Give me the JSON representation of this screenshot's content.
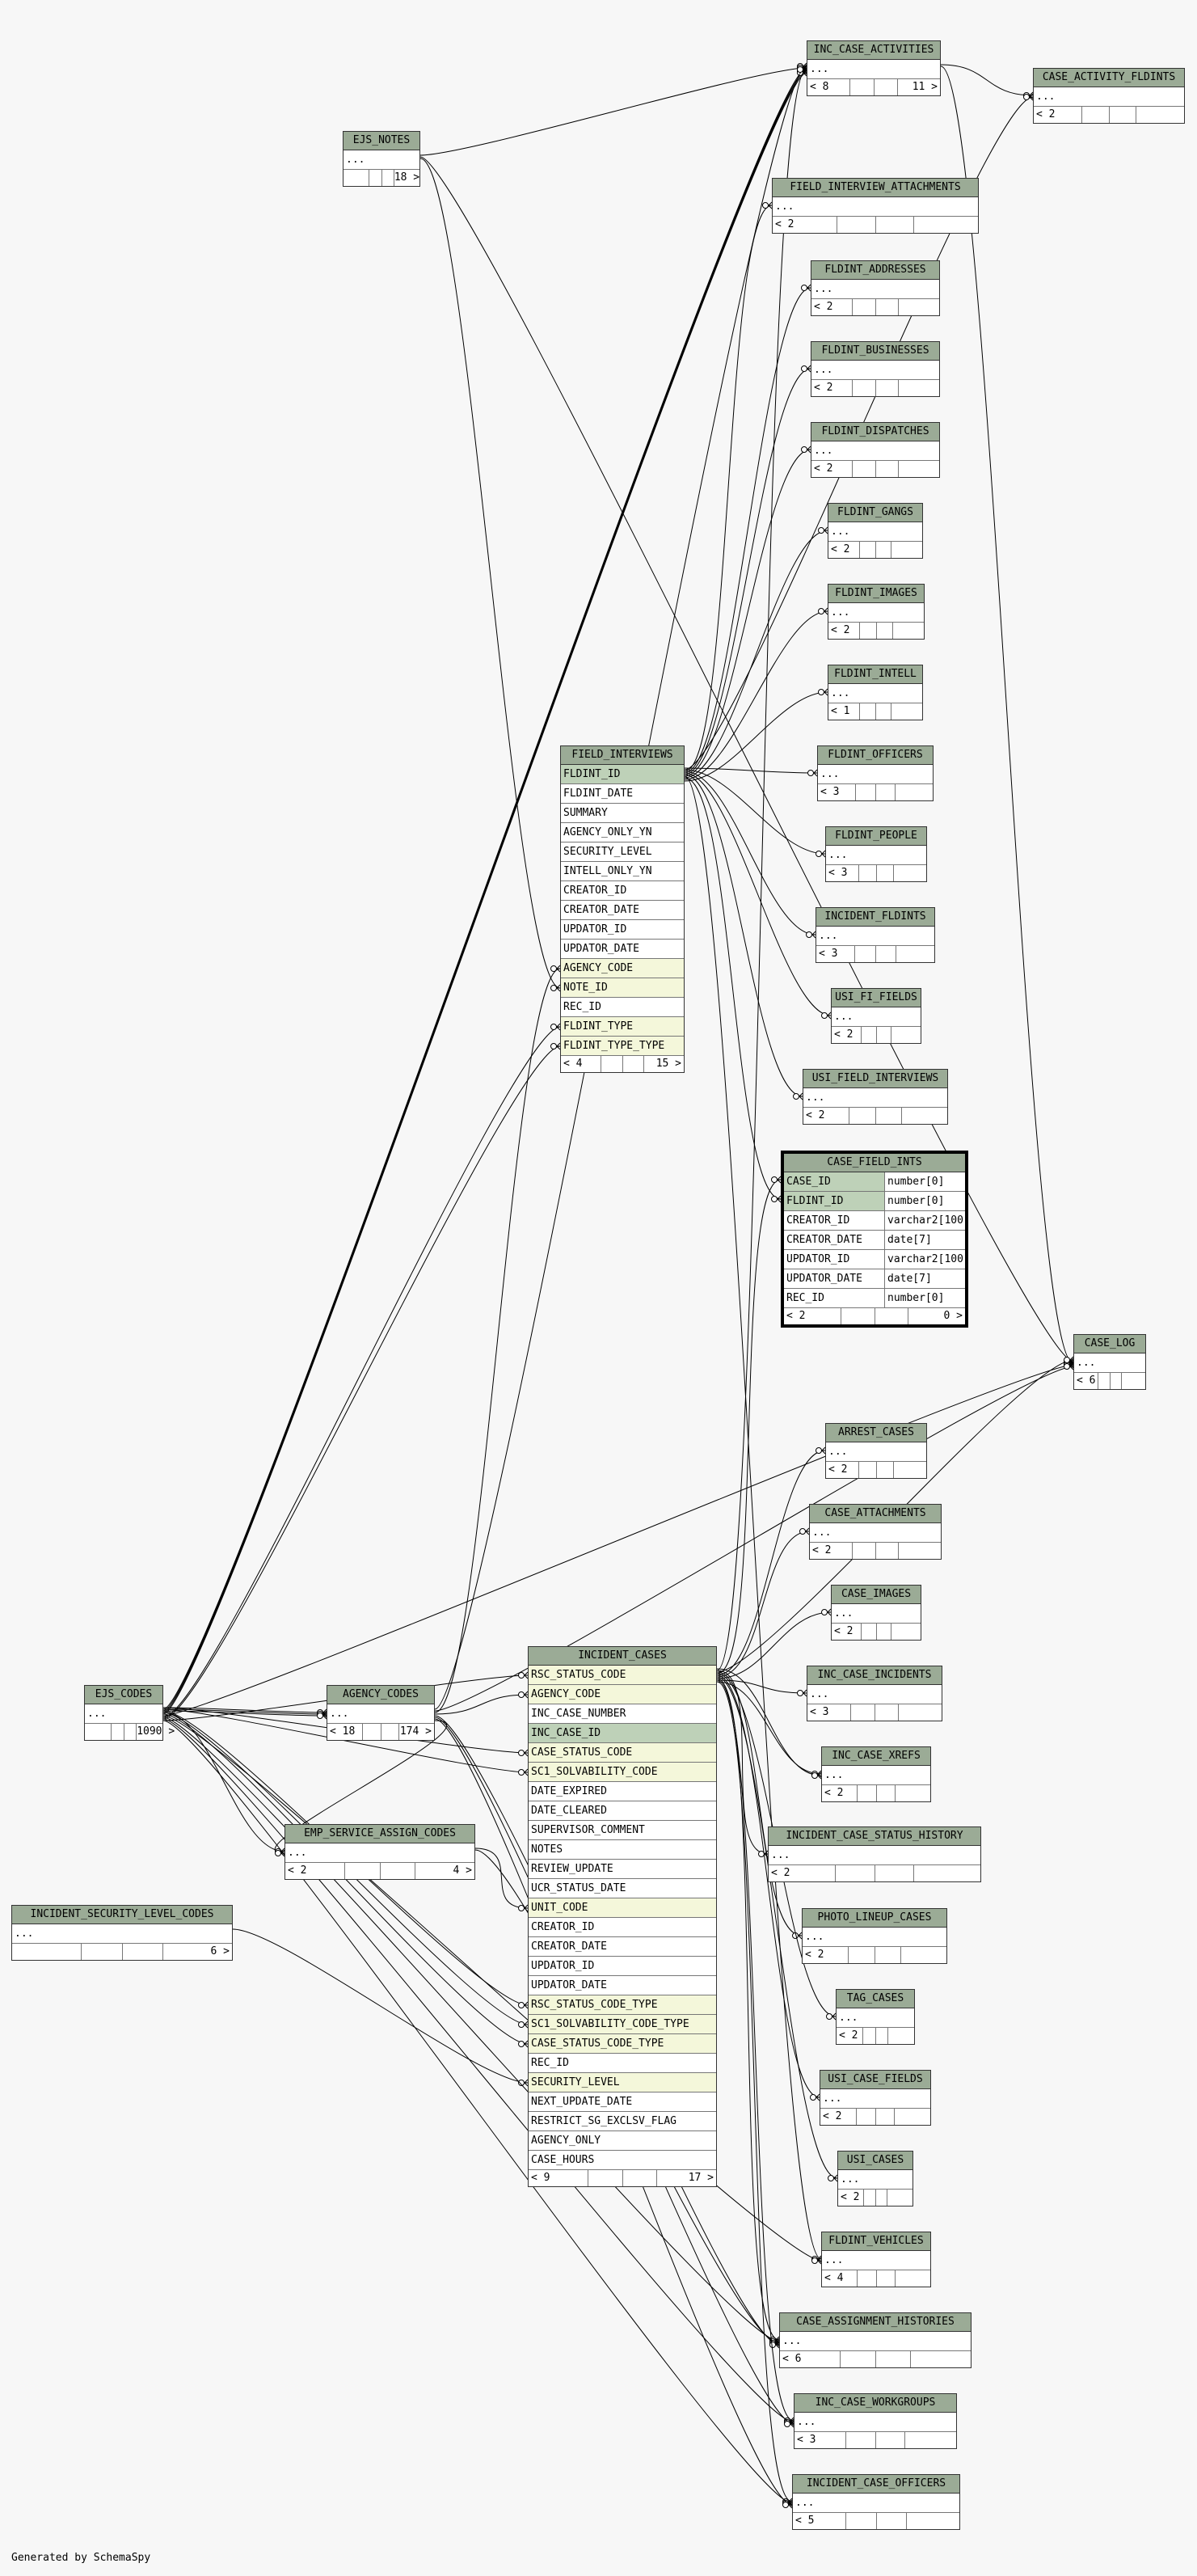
{
  "footer": "Generated by SchemaSpy",
  "tables": {
    "INC_CASE_ACTIVITIES": {
      "name": "INC_CASE_ACTIVITIES",
      "columns": [
        {
          "name": "...",
          "kind": ""
        }
      ],
      "foot_left": "< 8",
      "foot_right": "11 >"
    },
    "CASE_ACTIVITY_FLDINTS": {
      "name": "CASE_ACTIVITY_FLDINTS",
      "columns": [
        {
          "name": "...",
          "kind": ""
        }
      ],
      "foot_left": "< 2",
      "foot_right": ""
    },
    "EJS_NOTES": {
      "name": "EJS_NOTES",
      "columns": [
        {
          "name": "...",
          "kind": ""
        }
      ],
      "foot_left": "",
      "foot_right": "18 >"
    },
    "FIELD_INTERVIEW_ATTACHMENTS": {
      "name": "FIELD_INTERVIEW_ATTACHMENTS",
      "columns": [
        {
          "name": "...",
          "kind": ""
        }
      ],
      "foot_left": "< 2",
      "foot_right": ""
    },
    "FLDINT_ADDRESSES": {
      "name": "FLDINT_ADDRESSES",
      "columns": [
        {
          "name": "...",
          "kind": ""
        }
      ],
      "foot_left": "< 2",
      "foot_right": ""
    },
    "FLDINT_BUSINESSES": {
      "name": "FLDINT_BUSINESSES",
      "columns": [
        {
          "name": "...",
          "kind": ""
        }
      ],
      "foot_left": "< 2",
      "foot_right": ""
    },
    "FLDINT_DISPATCHES": {
      "name": "FLDINT_DISPATCHES",
      "columns": [
        {
          "name": "...",
          "kind": ""
        }
      ],
      "foot_left": "< 2",
      "foot_right": ""
    },
    "FLDINT_GANGS": {
      "name": "FLDINT_GANGS",
      "columns": [
        {
          "name": "...",
          "kind": ""
        }
      ],
      "foot_left": "< 2",
      "foot_right": ""
    },
    "FLDINT_IMAGES": {
      "name": "FLDINT_IMAGES",
      "columns": [
        {
          "name": "...",
          "kind": ""
        }
      ],
      "foot_left": "< 2",
      "foot_right": ""
    },
    "FLDINT_INTELL": {
      "name": "FLDINT_INTELL",
      "columns": [
        {
          "name": "...",
          "kind": ""
        }
      ],
      "foot_left": "< 1",
      "foot_right": ""
    },
    "FLDINT_OFFICERS": {
      "name": "FLDINT_OFFICERS",
      "columns": [
        {
          "name": "...",
          "kind": ""
        }
      ],
      "foot_left": "< 3",
      "foot_right": ""
    },
    "FLDINT_PEOPLE": {
      "name": "FLDINT_PEOPLE",
      "columns": [
        {
          "name": "...",
          "kind": ""
        }
      ],
      "foot_left": "< 3",
      "foot_right": ""
    },
    "INCIDENT_FLDINTS": {
      "name": "INCIDENT_FLDINTS",
      "columns": [
        {
          "name": "...",
          "kind": ""
        }
      ],
      "foot_left": "< 3",
      "foot_right": ""
    },
    "USI_FI_FIELDS": {
      "name": "USI_FI_FIELDS",
      "columns": [
        {
          "name": "...",
          "kind": ""
        }
      ],
      "foot_left": "< 2",
      "foot_right": ""
    },
    "USI_FIELD_INTERVIEWS": {
      "name": "USI_FIELD_INTERVIEWS",
      "columns": [
        {
          "name": "...",
          "kind": ""
        }
      ],
      "foot_left": "< 2",
      "foot_right": ""
    },
    "FIELD_INTERVIEWS": {
      "name": "FIELD_INTERVIEWS",
      "columns": [
        {
          "name": "FLDINT_ID",
          "kind": "pk"
        },
        {
          "name": "FLDINT_DATE",
          "kind": ""
        },
        {
          "name": "SUMMARY",
          "kind": ""
        },
        {
          "name": "AGENCY_ONLY_YN",
          "kind": ""
        },
        {
          "name": "SECURITY_LEVEL",
          "kind": ""
        },
        {
          "name": "INTELL_ONLY_YN",
          "kind": ""
        },
        {
          "name": "CREATOR_ID",
          "kind": ""
        },
        {
          "name": "CREATOR_DATE",
          "kind": ""
        },
        {
          "name": "UPDATOR_ID",
          "kind": ""
        },
        {
          "name": "UPDATOR_DATE",
          "kind": ""
        },
        {
          "name": "AGENCY_CODE",
          "kind": "fk"
        },
        {
          "name": "NOTE_ID",
          "kind": "fk"
        },
        {
          "name": "REC_ID",
          "kind": ""
        },
        {
          "name": "FLDINT_TYPE",
          "kind": "fk"
        },
        {
          "name": "FLDINT_TYPE_TYPE",
          "kind": "fk"
        }
      ],
      "foot_left": "< 4",
      "foot_right": "15 >"
    },
    "CASE_FIELD_INTS": {
      "name": "CASE_FIELD_INTS",
      "columns": [
        {
          "name": "CASE_ID",
          "type": "number[0]",
          "kind": "pk"
        },
        {
          "name": "FLDINT_ID",
          "type": "number[0]",
          "kind": "pk"
        },
        {
          "name": "CREATOR_ID",
          "type": "varchar2[100]",
          "kind": ""
        },
        {
          "name": "CREATOR_DATE",
          "type": "date[7]",
          "kind": ""
        },
        {
          "name": "UPDATOR_ID",
          "type": "varchar2[100]",
          "kind": ""
        },
        {
          "name": "UPDATOR_DATE",
          "type": "date[7]",
          "kind": ""
        },
        {
          "name": "REC_ID",
          "type": "number[0]",
          "kind": ""
        }
      ],
      "foot_left": "< 2",
      "foot_right": "0 >"
    },
    "CASE_LOG": {
      "name": "CASE_LOG",
      "columns": [
        {
          "name": "...",
          "kind": ""
        }
      ],
      "foot_left": "< 6",
      "foot_right": ""
    },
    "ARREST_CASES": {
      "name": "ARREST_CASES",
      "columns": [
        {
          "name": "...",
          "kind": ""
        }
      ],
      "foot_left": "< 2",
      "foot_right": ""
    },
    "CASE_ATTACHMENTS": {
      "name": "CASE_ATTACHMENTS",
      "columns": [
        {
          "name": "...",
          "kind": ""
        }
      ],
      "foot_left": "< 2",
      "foot_right": ""
    },
    "CASE_IMAGES": {
      "name": "CASE_IMAGES",
      "columns": [
        {
          "name": "...",
          "kind": ""
        }
      ],
      "foot_left": "< 2",
      "foot_right": ""
    },
    "INC_CASE_INCIDENTS": {
      "name": "INC_CASE_INCIDENTS",
      "columns": [
        {
          "name": "...",
          "kind": ""
        }
      ],
      "foot_left": "< 3",
      "foot_right": ""
    },
    "INC_CASE_XREFS": {
      "name": "INC_CASE_XREFS",
      "columns": [
        {
          "name": "...",
          "kind": ""
        }
      ],
      "foot_left": "< 2",
      "foot_right": ""
    },
    "INCIDENT_CASE_STATUS_HISTORY": {
      "name": "INCIDENT_CASE_STATUS_HISTORY",
      "columns": [
        {
          "name": "...",
          "kind": ""
        }
      ],
      "foot_left": "< 2",
      "foot_right": ""
    },
    "PHOTO_LINEUP_CASES": {
      "name": "PHOTO_LINEUP_CASES",
      "columns": [
        {
          "name": "...",
          "kind": ""
        }
      ],
      "foot_left": "< 2",
      "foot_right": ""
    },
    "TAG_CASES": {
      "name": "TAG_CASES",
      "columns": [
        {
          "name": "...",
          "kind": ""
        }
      ],
      "foot_left": "< 2",
      "foot_right": ""
    },
    "USI_CASE_FIELDS": {
      "name": "USI_CASE_FIELDS",
      "columns": [
        {
          "name": "...",
          "kind": ""
        }
      ],
      "foot_left": "< 2",
      "foot_right": ""
    },
    "USI_CASES": {
      "name": "USI_CASES",
      "columns": [
        {
          "name": "...",
          "kind": ""
        }
      ],
      "foot_left": "< 2",
      "foot_right": ""
    },
    "FLDINT_VEHICLES": {
      "name": "FLDINT_VEHICLES",
      "columns": [
        {
          "name": "...",
          "kind": ""
        }
      ],
      "foot_left": "< 4",
      "foot_right": ""
    },
    "CASE_ASSIGNMENT_HISTORIES": {
      "name": "CASE_ASSIGNMENT_HISTORIES",
      "columns": [
        {
          "name": "...",
          "kind": ""
        }
      ],
      "foot_left": "< 6",
      "foot_right": ""
    },
    "INC_CASE_WORKGROUPS": {
      "name": "INC_CASE_WORKGROUPS",
      "columns": [
        {
          "name": "...",
          "kind": ""
        }
      ],
      "foot_left": "< 3",
      "foot_right": ""
    },
    "INCIDENT_CASE_OFFICERS": {
      "name": "INCIDENT_CASE_OFFICERS",
      "columns": [
        {
          "name": "...",
          "kind": ""
        }
      ],
      "foot_left": "< 5",
      "foot_right": ""
    },
    "EJS_CODES": {
      "name": "EJS_CODES",
      "columns": [
        {
          "name": "...",
          "kind": ""
        }
      ],
      "foot_left": "",
      "foot_right": "1090 >"
    },
    "AGENCY_CODES": {
      "name": "AGENCY_CODES",
      "columns": [
        {
          "name": "...",
          "kind": ""
        }
      ],
      "foot_left": "< 18",
      "foot_right": "174 >"
    },
    "EMP_SERVICE_ASSIGN_CODES": {
      "name": "EMP_SERVICE_ASSIGN_CODES",
      "columns": [
        {
          "name": "...",
          "kind": ""
        }
      ],
      "foot_left": "< 2",
      "foot_right": "4 >"
    },
    "INCIDENT_SECURITY_LEVEL_CODES": {
      "name": "INCIDENT_SECURITY_LEVEL_CODES",
      "columns": [
        {
          "name": "...",
          "kind": ""
        }
      ],
      "foot_left": "",
      "foot_right": "6 >"
    },
    "INCIDENT_CASES": {
      "name": "INCIDENT_CASES",
      "columns": [
        {
          "name": "RSC_STATUS_CODE",
          "kind": "fk"
        },
        {
          "name": "AGENCY_CODE",
          "kind": "fk"
        },
        {
          "name": "INC_CASE_NUMBER",
          "kind": ""
        },
        {
          "name": "INC_CASE_ID",
          "kind": "pk"
        },
        {
          "name": "CASE_STATUS_CODE",
          "kind": "fk"
        },
        {
          "name": "SC1_SOLVABILITY_CODE",
          "kind": "fk"
        },
        {
          "name": "DATE_EXPIRED",
          "kind": ""
        },
        {
          "name": "DATE_CLEARED",
          "kind": ""
        },
        {
          "name": "SUPERVISOR_COMMENT",
          "kind": ""
        },
        {
          "name": "NOTES",
          "kind": ""
        },
        {
          "name": "REVIEW_UPDATE",
          "kind": ""
        },
        {
          "name": "UCR_STATUS_DATE",
          "kind": ""
        },
        {
          "name": "UNIT_CODE",
          "kind": "fk"
        },
        {
          "name": "CREATOR_ID",
          "kind": ""
        },
        {
          "name": "CREATOR_DATE",
          "kind": ""
        },
        {
          "name": "UPDATOR_ID",
          "kind": ""
        },
        {
          "name": "UPDATOR_DATE",
          "kind": ""
        },
        {
          "name": "RSC_STATUS_CODE_TYPE",
          "kind": "fk"
        },
        {
          "name": "SC1_SOLVABILITY_CODE_TYPE",
          "kind": "fk"
        },
        {
          "name": "CASE_STATUS_CODE_TYPE",
          "kind": "fk"
        },
        {
          "name": "REC_ID",
          "kind": ""
        },
        {
          "name": "SECURITY_LEVEL",
          "kind": "fk"
        },
        {
          "name": "NEXT_UPDATE_DATE",
          "kind": ""
        },
        {
          "name": "RESTRICT_SG_EXCLSV_FLAG",
          "kind": ""
        },
        {
          "name": "AGENCY_ONLY",
          "kind": ""
        },
        {
          "name": "CASE_HOURS",
          "kind": ""
        }
      ],
      "foot_left": "< 9",
      "foot_right": "17 >"
    }
  },
  "relationships": [
    {
      "child": "INC_CASE_ACTIVITIES",
      "parent": "EJS_CODES"
    },
    {
      "child": "INC_CASE_ACTIVITIES",
      "parent": "EJS_CODES"
    },
    {
      "child": "INC_CASE_ACTIVITIES",
      "parent": "EJS_CODES"
    },
    {
      "child": "INC_CASE_ACTIVITIES",
      "parent": "EJS_CODES"
    },
    {
      "child": "INC_CASE_ACTIVITIES",
      "parent": "AGENCY_CODES"
    },
    {
      "child": "INC_CASE_ACTIVITIES",
      "parent": "EJS_NOTES"
    },
    {
      "child": "INC_CASE_ACTIVITIES",
      "parent": "INCIDENT_CASES"
    },
    {
      "child": "CASE_ACTIVITY_FLDINTS",
      "parent": "INC_CASE_ACTIVITIES"
    },
    {
      "child": "CASE_ACTIVITY_FLDINTS",
      "parent": "FIELD_INTERVIEWS"
    },
    {
      "child": "CASE_LOG",
      "parent": "EJS_NOTES"
    },
    {
      "child": "CASE_LOG",
      "parent": "INC_CASE_ACTIVITIES"
    },
    {
      "child": "CASE_LOG",
      "parent": "EJS_CODES"
    },
    {
      "child": "CASE_LOG",
      "parent": "AGENCY_CODES"
    },
    {
      "child": "CASE_LOG",
      "parent": "INCIDENT_CASES"
    },
    {
      "child": "FIELD_INTERVIEWS",
      "parent": "AGENCY_CODES",
      "col": "AGENCY_CODE"
    },
    {
      "child": "FIELD_INTERVIEWS",
      "parent": "EJS_NOTES",
      "col": "NOTE_ID"
    },
    {
      "child": "FIELD_INTERVIEWS",
      "parent": "EJS_CODES",
      "col": "FLDINT_TYPE"
    },
    {
      "child": "FIELD_INTERVIEWS",
      "parent": "EJS_CODES",
      "col": "FLDINT_TYPE_TYPE"
    },
    {
      "child": "FIELD_INTERVIEW_ATTACHMENTS",
      "parent": "FIELD_INTERVIEWS"
    },
    {
      "child": "FLDINT_ADDRESSES",
      "parent": "FIELD_INTERVIEWS"
    },
    {
      "child": "FLDINT_BUSINESSES",
      "parent": "FIELD_INTERVIEWS"
    },
    {
      "child": "FLDINT_DISPATCHES",
      "parent": "FIELD_INTERVIEWS"
    },
    {
      "child": "FLDINT_GANGS",
      "parent": "FIELD_INTERVIEWS"
    },
    {
      "child": "FLDINT_IMAGES",
      "parent": "FIELD_INTERVIEWS"
    },
    {
      "child": "FLDINT_INTELL",
      "parent": "FIELD_INTERVIEWS"
    },
    {
      "child": "FLDINT_OFFICERS",
      "parent": "FIELD_INTERVIEWS"
    },
    {
      "child": "FLDINT_PEOPLE",
      "parent": "FIELD_INTERVIEWS"
    },
    {
      "child": "INCIDENT_FLDINTS",
      "parent": "FIELD_INTERVIEWS"
    },
    {
      "child": "USI_FI_FIELDS",
      "parent": "FIELD_INTERVIEWS"
    },
    {
      "child": "USI_FIELD_INTERVIEWS",
      "parent": "FIELD_INTERVIEWS"
    },
    {
      "child": "FLDINT_VEHICLES",
      "parent": "FIELD_INTERVIEWS"
    },
    {
      "child": "CASE_FIELD_INTS",
      "parent": "FIELD_INTERVIEWS",
      "col": "FLDINT_ID"
    },
    {
      "child": "CASE_FIELD_INTS",
      "parent": "INCIDENT_CASES",
      "col": "CASE_ID"
    },
    {
      "child": "INCIDENT_CASES",
      "parent": "EJS_CODES",
      "col": "RSC_STATUS_CODE"
    },
    {
      "child": "INCIDENT_CASES",
      "parent": "AGENCY_CODES",
      "col": "AGENCY_CODE"
    },
    {
      "child": "INCIDENT_CASES",
      "parent": "EJS_CODES",
      "col": "CASE_STATUS_CODE"
    },
    {
      "child": "INCIDENT_CASES",
      "parent": "EJS_CODES",
      "col": "SC1_SOLVABILITY_CODE"
    },
    {
      "child": "INCIDENT_CASES",
      "parent": "EMP_SERVICE_ASSIGN_CODES",
      "col": "UNIT_CODE"
    },
    {
      "child": "INCIDENT_CASES",
      "parent": "EJS_CODES",
      "col": "RSC_STATUS_CODE_TYPE"
    },
    {
      "child": "INCIDENT_CASES",
      "parent": "EJS_CODES",
      "col": "SC1_SOLVABILITY_CODE_TYPE"
    },
    {
      "child": "INCIDENT_CASES",
      "parent": "EJS_CODES",
      "col": "CASE_STATUS_CODE_TYPE"
    },
    {
      "child": "INCIDENT_CASES",
      "parent": "INCIDENT_SECURITY_LEVEL_CODES",
      "col": "SECURITY_LEVEL"
    },
    {
      "child": "ARREST_CASES",
      "parent": "INCIDENT_CASES"
    },
    {
      "child": "CASE_ATTACHMENTS",
      "parent": "INCIDENT_CASES"
    },
    {
      "child": "CASE_IMAGES",
      "parent": "INCIDENT_CASES"
    },
    {
      "child": "INC_CASE_INCIDENTS",
      "parent": "INCIDENT_CASES"
    },
    {
      "child": "INC_CASE_XREFS",
      "parent": "INCIDENT_CASES"
    },
    {
      "child": "INC_CASE_XREFS",
      "parent": "INCIDENT_CASES"
    },
    {
      "child": "INCIDENT_CASE_STATUS_HISTORY",
      "parent": "INCIDENT_CASES"
    },
    {
      "child": "PHOTO_LINEUP_CASES",
      "parent": "INCIDENT_CASES"
    },
    {
      "child": "TAG_CASES",
      "parent": "INCIDENT_CASES"
    },
    {
      "child": "USI_CASE_FIELDS",
      "parent": "INCIDENT_CASES"
    },
    {
      "child": "USI_CASES",
      "parent": "INCIDENT_CASES"
    },
    {
      "child": "FLDINT_VEHICLES",
      "parent": "EJS_CODES"
    },
    {
      "child": "CASE_ASSIGNMENT_HISTORIES",
      "parent": "INCIDENT_CASES"
    },
    {
      "child": "CASE_ASSIGNMENT_HISTORIES",
      "parent": "EJS_CODES"
    },
    {
      "child": "CASE_ASSIGNMENT_HISTORIES",
      "parent": "EMP_SERVICE_ASSIGN_CODES"
    },
    {
      "child": "CASE_ASSIGNMENT_HISTORIES",
      "parent": "AGENCY_CODES"
    },
    {
      "child": "INC_CASE_WORKGROUPS",
      "parent": "INCIDENT_CASES"
    },
    {
      "child": "INC_CASE_WORKGROUPS",
      "parent": "EJS_CODES"
    },
    {
      "child": "INC_CASE_WORKGROUPS",
      "parent": "AGENCY_CODES"
    },
    {
      "child": "INCIDENT_CASE_OFFICERS",
      "parent": "INCIDENT_CASES"
    },
    {
      "child": "INCIDENT_CASE_OFFICERS",
      "parent": "EJS_CODES"
    },
    {
      "child": "INCIDENT_CASE_OFFICERS",
      "parent": "AGENCY_CODES"
    },
    {
      "child": "AGENCY_CODES",
      "parent": "EJS_CODES"
    },
    {
      "child": "AGENCY_CODES",
      "parent": "EJS_CODES"
    },
    {
      "child": "AGENCY_CODES",
      "parent": "EJS_CODES"
    },
    {
      "child": "EMP_SERVICE_ASSIGN_CODES",
      "parent": "EJS_CODES"
    },
    {
      "child": "EMP_SERVICE_ASSIGN_CODES",
      "parent": "AGENCY_CODES"
    }
  ],
  "colors": {
    "header": "#9bab96",
    "primary_key": "#bed1b8",
    "foreign_key": "#f4f7da",
    "background": "#f7f7f7",
    "edge": "#000000"
  }
}
